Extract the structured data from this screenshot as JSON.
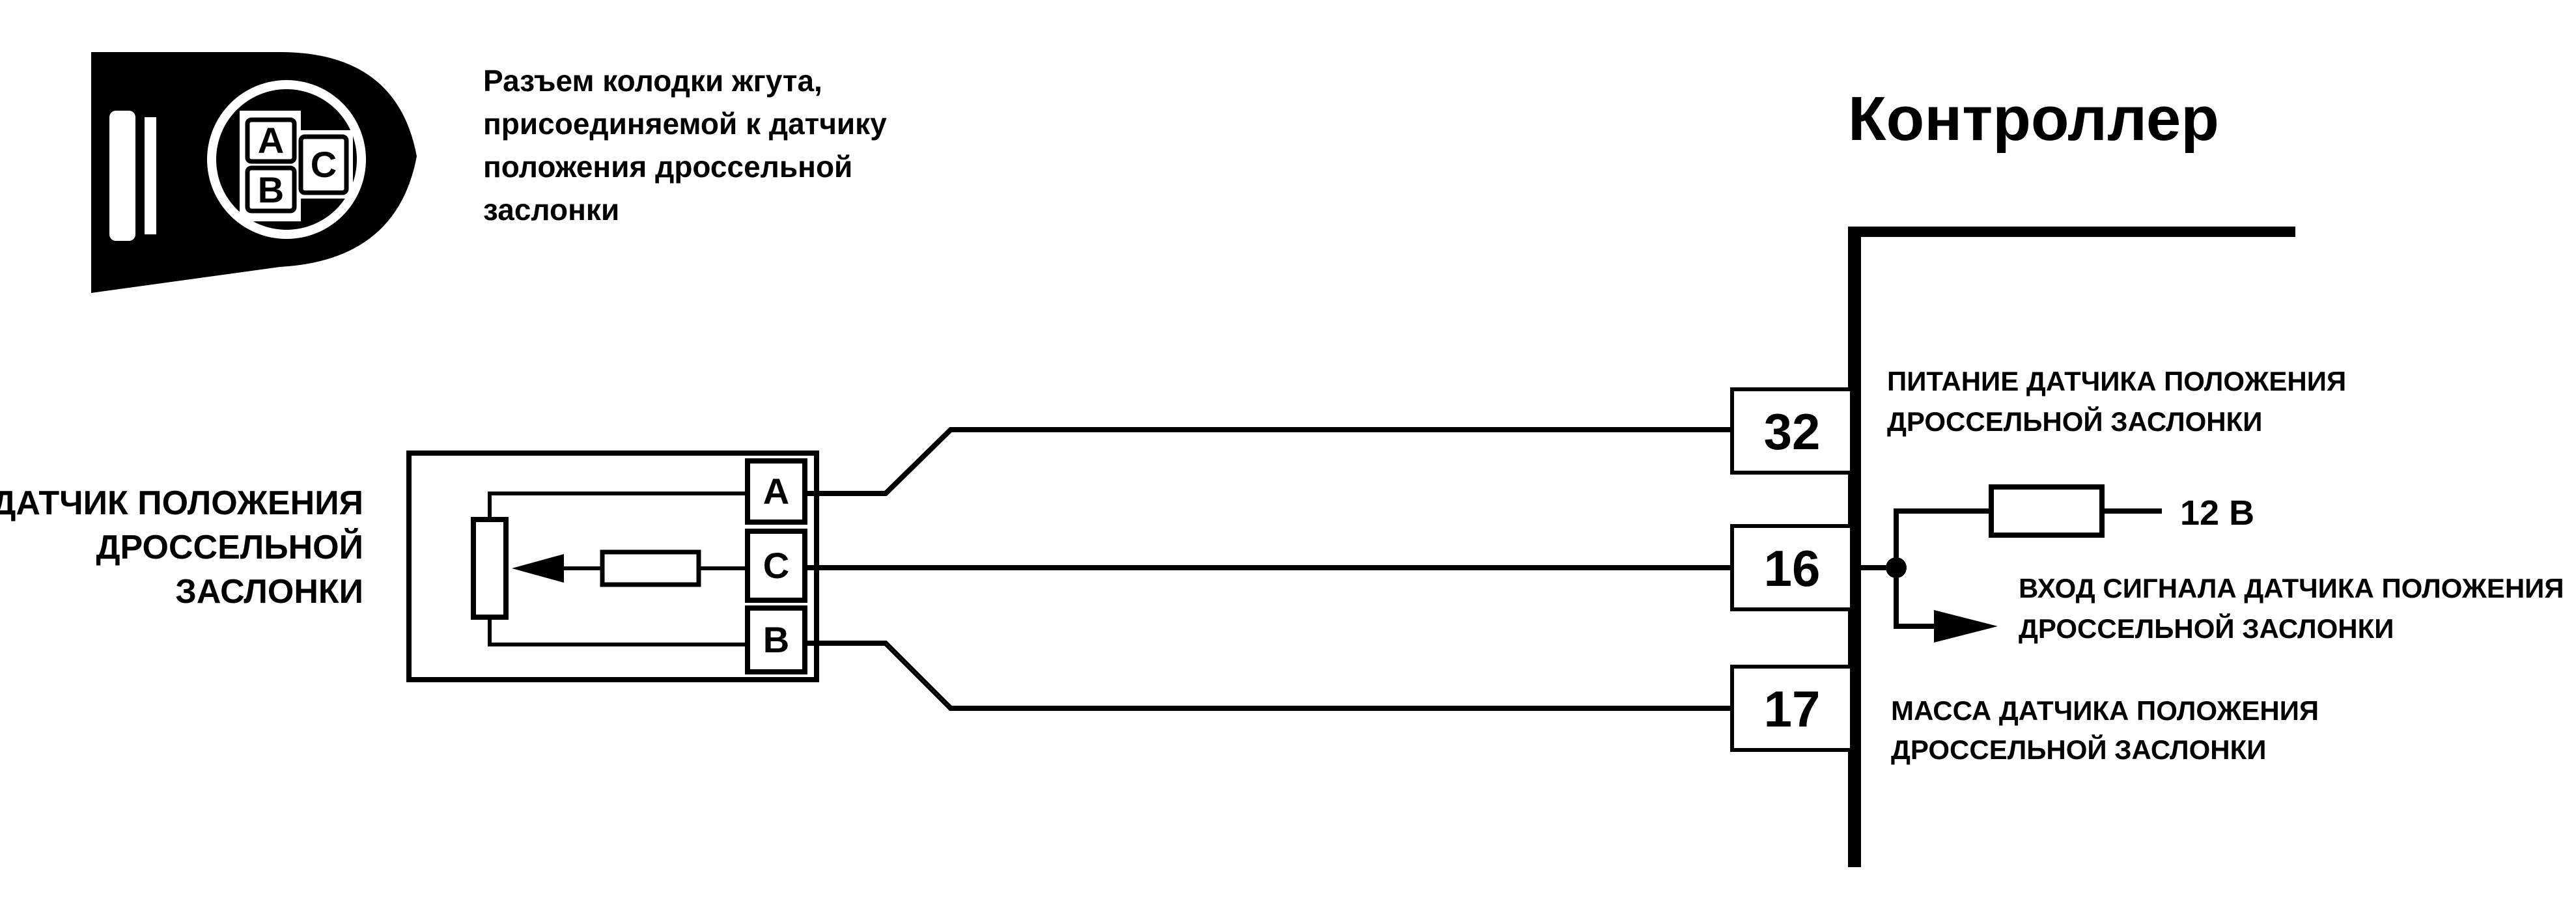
{
  "controller": {
    "title": "Контроллер",
    "pins": [
      "32",
      "16",
      "17"
    ],
    "signals": [
      {
        "pin": "32",
        "lines": [
          "ПИТАНИЕ ДАТЧИКА ПОЛОЖЕНИЯ",
          "ДРОССЕЛЬНОЙ ЗАСЛОНКИ"
        ]
      },
      {
        "pin": "16",
        "lines": [
          "ВХОД СИГНАЛА ДАТЧИКА ПОЛОЖЕНИЯ",
          "ДРОССЕЛЬНОЙ ЗАСЛОНКИ"
        ]
      },
      {
        "pin": "17",
        "lines": [
          "МАССА ДАТЧИКА ПОЛОЖЕНИЯ",
          "ДРОССЕЛЬНОЙ ЗАСЛОНКИ"
        ]
      }
    ],
    "supply_label": "12 В"
  },
  "connector": {
    "caption_lines": [
      "Разъем колодки жгута,",
      "присоединяемой к датчику",
      "положения дроссельной",
      "заслонки"
    ],
    "pins": [
      "A",
      "B",
      "C"
    ]
  },
  "sensor": {
    "label_lines": [
      "ДАТЧИК ПОЛОЖЕНИЯ",
      "ДРОССЕЛЬНОЙ",
      "ЗАСЛОНКИ"
    ],
    "pins": [
      "A",
      "C",
      "B"
    ]
  },
  "colors": {
    "ink": "#000000",
    "paper": "#ffffff"
  }
}
